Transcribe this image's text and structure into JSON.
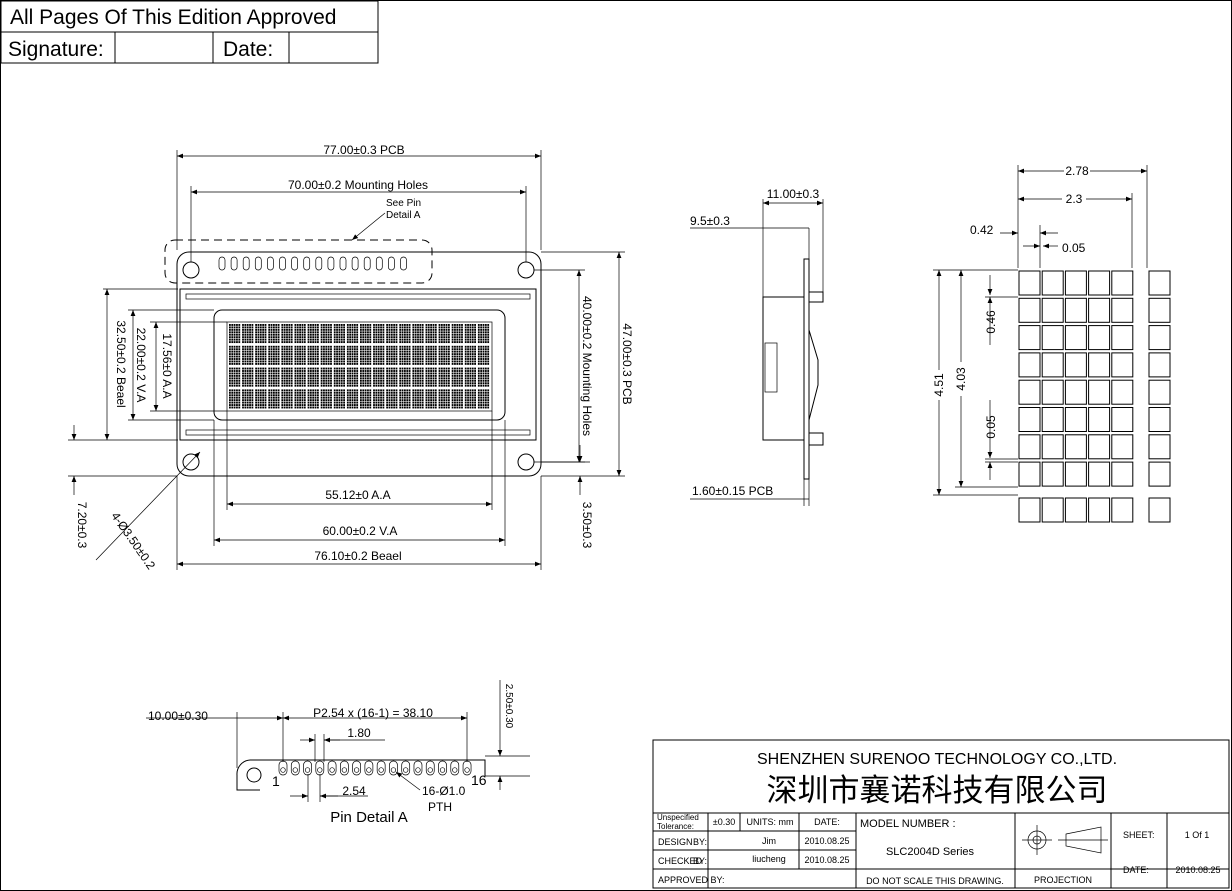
{
  "approval": {
    "heading": "All Pages Of This Edition Approved",
    "signature_label": "Signature:",
    "date_label": "Date:"
  },
  "front_view": {
    "pcb_width": "77.00±0.3 PCB",
    "mounting_holes_width": "70.00±0.2 Mounting Holes",
    "see_pin_line1": "See Pin",
    "see_pin_line2": "Detail A",
    "bezel_height": "32.50±0.2 Beael",
    "va_height": "22.00±0.2 V.A",
    "aa_height": "17.56±0 A.A",
    "mounting_holes_height": "40.00±0.2 Mounting Holes",
    "pcb_height": "47.00±0.3 PCB",
    "aa_width": "55.12±0 A.A",
    "va_width": "60.00±0.2 V.A",
    "bezel_width": "76.10±0.2 Beael",
    "left_offset": "7.20±0.3",
    "hole_spec": "4-Ø3.50±0.2",
    "right_offset": "3.50±0.3"
  },
  "side_view": {
    "depth": "11.00±0.3",
    "module_height": "9.5±0.3",
    "pcb_thickness": "1.60±0.15 PCB"
  },
  "char_detail": {
    "char_width": "2.78",
    "dot_width_total": "2.3",
    "dot_pitch_x": "0.42",
    "dot_gap_x": "0.05",
    "char_height": "4.51",
    "dot_height_total": "4.03",
    "dot_pitch_y": "0.46",
    "dot_gap_y": "0.05"
  },
  "pin_detail": {
    "edge_offset": "10.00±0.30",
    "pitch_formula": "P2.54 x (16-1) = 38.10",
    "pad_spacing": "1.80",
    "pitch": "2.54",
    "hole_spec": "16-Ø1.0",
    "pth": "PTH",
    "pin_first": "1",
    "pin_last": "16",
    "height": "2.50±0.30",
    "title": "Pin Detail A"
  },
  "title_block": {
    "company_en": "SHENZHEN SURENOO TECHNOLOGY CO.,LTD.",
    "company_cn": "深圳市襄诺科技有限公司",
    "tolerance_label": "Unspecified Tolerance:",
    "tolerance_value": "±0.30",
    "units": "UNITS: mm",
    "date_header": "DATE:",
    "design_label": "DESIGN",
    "by_label": "BY:",
    "designer": "Jim",
    "design_date": "2010.08.25",
    "checked_label": "CHECKED",
    "checker": "liucheng",
    "checked_date": "2010.08.25",
    "approved_label": "APPROVED BY:",
    "model_label": "MODEL NUMBER :",
    "model_value": "SLC2004D Series",
    "no_scale": "DO NOT SCALE THIS DRAWING.",
    "projection": "PROJECTION",
    "sheet_label": "SHEET:",
    "sheet_value": "1 Of 1",
    "date_label": "DATE:",
    "date_value": "2010.08.25"
  }
}
